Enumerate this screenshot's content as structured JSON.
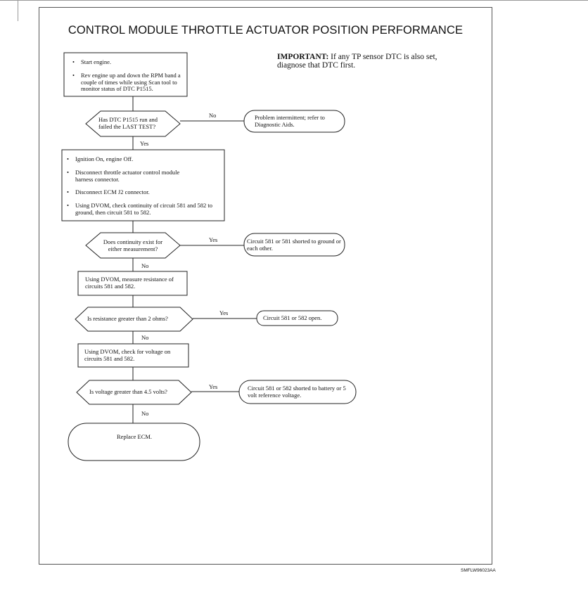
{
  "title": "CONTROL MODULE THROTTLE ACTUATOR POSITION PERFORMANCE",
  "important": {
    "label": "IMPORTANT:",
    "text": " If any TP sensor DTC is also set, diagnose that DTC first."
  },
  "step1": {
    "bullets": [
      "Start engine.",
      "Rev engine up and down the RPM band a couple of times while using Scan tool to monitor status of DTC P1515."
    ]
  },
  "q1": {
    "text": "Has DTC P1515 run and failed the LAST TEST?",
    "no": "No",
    "yes": "Yes"
  },
  "r1": {
    "text": "Problem intermittent; refer to Diagnostic Aids."
  },
  "step2": {
    "bullets": [
      "Ignition On, engine Off.",
      "Disconnect throttle actuator control module harness connector.",
      "Disconnect ECM J2 connector.",
      "Using DVOM, check continuity of circuit 581 and 582 to ground, then circuit 581 to 582."
    ]
  },
  "q2": {
    "text": "Does continuity exist for either measurement?",
    "yes": "Yes",
    "no": "No"
  },
  "r2": {
    "text": "Circuit 581 or 581 shorted to ground or each other."
  },
  "step3": {
    "text": "Using DVOM, measure resistance of circuits 581 and 582."
  },
  "q3": {
    "text": "Is resistance greater than 2 ohms?",
    "yes": "Yes",
    "no": "No"
  },
  "r3": {
    "text": "Circuit 581 or 582 open."
  },
  "step4": {
    "text": "Using DVOM, check for voltage on circuits 581 and 582."
  },
  "q4": {
    "text": "Is voltage greater than 4.5 volts?",
    "yes": "Yes",
    "no": "No"
  },
  "r4": {
    "text": "Circuit 581 or 582 shorted to battery or 5 volt reference voltage."
  },
  "end": {
    "text": "Replace ECM."
  },
  "figure_code": "SMFLW96023AA"
}
